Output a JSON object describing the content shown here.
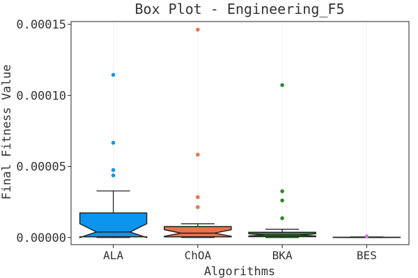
{
  "chart_data": {
    "type": "box",
    "title": "Box Plot - Engineering_F5",
    "xlabel": "Algorithms",
    "ylabel": "Final Fitness Value",
    "categories": [
      "ALA",
      "ChOA",
      "BKA",
      "BES"
    ],
    "ylim": [
      -5e-06,
      0.000152
    ],
    "yticks": [
      0,
      5e-05,
      0.0001,
      0.00015
    ],
    "ytick_labels": [
      "0.00000",
      "0.00005",
      "0.00010",
      "0.00015"
    ],
    "grid": false,
    "boxes": [
      {
        "name": "ALA",
        "color": "#0b95ef",
        "q1": 5e-07,
        "median": 3.9e-06,
        "q3": 1.73e-05,
        "whisker_low": 0.0,
        "whisker_high": 3.28e-05,
        "notch_low": 0.0,
        "notch_high": 9.7e-06,
        "outliers": [
          0.0001145,
          6.67e-05,
          4.75e-05,
          4.37e-05
        ]
      },
      {
        "name": "ChOA",
        "color": "#e8734c",
        "q1": 5e-07,
        "median": 3.1e-06,
        "q3": 7.7e-06,
        "whisker_low": 0.0,
        "whisker_high": 9.7e-06,
        "notch_low": 9e-07,
        "notch_high": 5.5e-06,
        "outliers": [
          0.0001463,
          5.83e-05,
          2.84e-05,
          2.14e-05
        ]
      },
      {
        "name": "BKA",
        "color": "#2e8b2e",
        "q1": 6e-07,
        "median": 1.8e-06,
        "q3": 3.7e-06,
        "whisker_low": 0.0,
        "whisker_high": 5.8e-06,
        "notch_low": 1.1e-06,
        "notch_high": 2.7e-06,
        "outliers": [
          0.0001073,
          3.26e-05,
          2.61e-05,
          1.36e-05
        ]
      },
      {
        "name": "BES",
        "color": "#cc79d9",
        "q1": 0.0,
        "median": 0.0,
        "q3": 2e-07,
        "whisker_low": 0.0,
        "whisker_high": 4e-07,
        "notch_low": 0.0,
        "notch_high": 1e-07,
        "outliers": [
          9e-07
        ]
      }
    ]
  }
}
